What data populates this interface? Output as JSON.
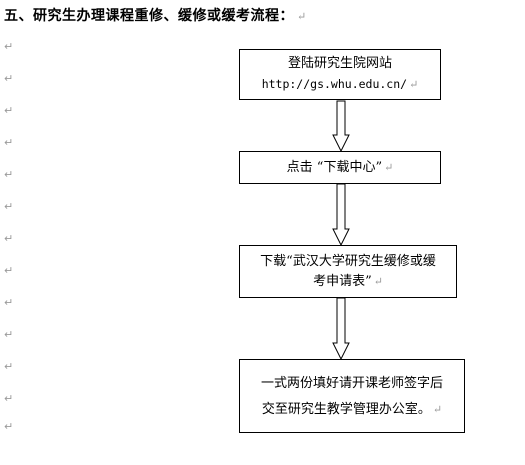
{
  "heading": "五、研究生办理课程重修、缓修或缓考流程：",
  "paragraph_mark": "↵",
  "steps": [
    {
      "line1": "登陆研究生院网站",
      "line2": "http://gs.whu.edu.cn/"
    },
    {
      "line1": "点击 “下载中心”"
    },
    {
      "line1": "下载“武汉大学研究生缓修或缓",
      "line2": "考申请表”"
    },
    {
      "line1": "一式两份填好请开课老师签字后",
      "line2": "交至研究生教学管理办公室。"
    }
  ]
}
